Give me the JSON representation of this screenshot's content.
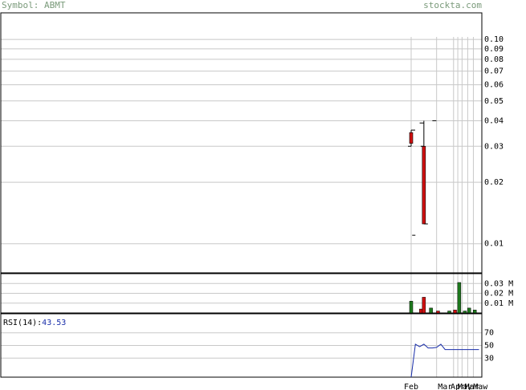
{
  "header": {
    "symbol_prefix": "Symbol:",
    "symbol": "ABMT",
    "site": "stockta.com"
  },
  "colors": {
    "up": "#1e7a1e",
    "down": "#d01010",
    "rsi_line": "#1a2faa",
    "grid": "#c8c8c8",
    "border": "#000000",
    "label": "#7a9a7a"
  },
  "chart_data": [
    {
      "type": "candlestick",
      "panel": "price",
      "y_scale": "log",
      "ylim": [
        0.0072,
        0.135
      ],
      "y_ticks": [
        0.01,
        0.02,
        0.03,
        0.04,
        0.05,
        0.06,
        0.07,
        0.08,
        0.09,
        0.1
      ],
      "y_tick_labels": [
        "0.01",
        "0.02",
        "0.03",
        "0.04",
        "0.05",
        "0.06",
        "0.07",
        "0.08",
        "0.09",
        "0.10"
      ],
      "bars": [
        {
          "x": 0,
          "open": 0.035,
          "high": 0.036,
          "low": 0.03,
          "close": 0.031,
          "tick_left": 0.03,
          "tick_right": 0.036
        },
        {
          "x": 3,
          "open": null,
          "high": null,
          "low": null,
          "close": null,
          "tick_left": 0.011,
          "tick_right": null
        },
        {
          "x": 6,
          "open": null,
          "high": null,
          "low": null,
          "close": null,
          "tick_left": null,
          "tick_right": 0.039
        },
        {
          "x": 9,
          "open": 0.03,
          "high": 0.04,
          "low": 0.0125,
          "close": 0.0125,
          "tick_left": 0.03,
          "tick_right": 0.0125
        },
        {
          "x": 15,
          "open": null,
          "high": null,
          "low": null,
          "close": null,
          "tick_left": null,
          "tick_right": 0.04
        }
      ]
    },
    {
      "type": "bar",
      "panel": "volume",
      "ylim": [
        0,
        0.04
      ],
      "y_ticks": [
        0.01,
        0.02,
        0.03
      ],
      "y_tick_labels": [
        "0.01 M",
        "0.02 M",
        "0.03 M"
      ],
      "bars": [
        {
          "x": 0,
          "value": 0.012,
          "dir": "up"
        },
        {
          "x": 7,
          "value": 0.004,
          "dir": "down"
        },
        {
          "x": 9,
          "value": 0.016,
          "dir": "down"
        },
        {
          "x": 14,
          "value": 0.005,
          "dir": "up"
        },
        {
          "x": 19,
          "value": 0.002,
          "dir": "down"
        },
        {
          "x": 27,
          "value": 0.002,
          "dir": "up"
        },
        {
          "x": 31,
          "value": 0.003,
          "dir": "down"
        },
        {
          "x": 34,
          "value": 0.031,
          "dir": "up"
        },
        {
          "x": 38,
          "value": 0.002,
          "dir": "up"
        },
        {
          "x": 41,
          "value": 0.005,
          "dir": "up"
        },
        {
          "x": 45,
          "value": 0.003,
          "dir": "up"
        }
      ]
    },
    {
      "type": "line",
      "panel": "rsi",
      "label": "RSI(14):",
      "value_label": "43.53",
      "ylim": [
        0,
        100
      ],
      "y_ticks": [
        30,
        50,
        70
      ],
      "y_tick_labels": [
        "30",
        "50",
        "70"
      ],
      "x": [
        0,
        3,
        6,
        9,
        12,
        15,
        18,
        21,
        24,
        27,
        30,
        33,
        36,
        39,
        42,
        45,
        48
      ],
      "values": [
        0,
        52,
        48,
        52,
        46,
        46,
        47,
        52,
        43.53,
        43.53,
        43.53,
        43.53,
        43.53,
        43.53,
        43.53,
        43.53,
        43.53
      ]
    }
  ],
  "x_axis": {
    "x_max": 50,
    "gridlines": [
      0,
      18,
      30,
      33,
      36,
      40,
      44
    ],
    "labels": [
      {
        "x": 0,
        "text": "Feb"
      },
      {
        "x": 24,
        "text": "Mar"
      },
      {
        "x": 33,
        "text": "Apr"
      },
      {
        "x": 38,
        "text": "May"
      },
      {
        "x": 43,
        "text": "Mar"
      },
      {
        "x": 49,
        "text": "Maw"
      }
    ]
  }
}
